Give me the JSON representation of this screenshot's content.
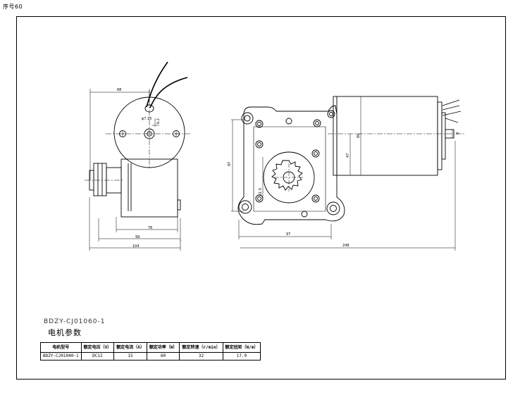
{
  "sheet": {
    "corner_label": "序号60",
    "model_code": "BDZY-CJ01060-1"
  },
  "dimensions": {
    "front_width": "68",
    "hole_dia": "φ7.15",
    "shaft_offset": "6.2",
    "base_inner": "76",
    "base_mid": "99",
    "base_total": "104",
    "side_height": "97",
    "side_width": "97",
    "gear_height": "51.5",
    "motor_dia": "60",
    "motor_small": "47",
    "shaft_dia": "8",
    "total_length": "248"
  },
  "params": {
    "title": "电机参数",
    "headers": [
      "电机型号",
      "额定电压（V）",
      "额定电流（A）",
      "额定功率（W）",
      "额定转速（r/min）",
      "额定扭矩（N/m）"
    ],
    "row": [
      "BDZY-CJ01040-1",
      "DC12",
      "15",
      "60",
      "32",
      "17.9"
    ]
  }
}
